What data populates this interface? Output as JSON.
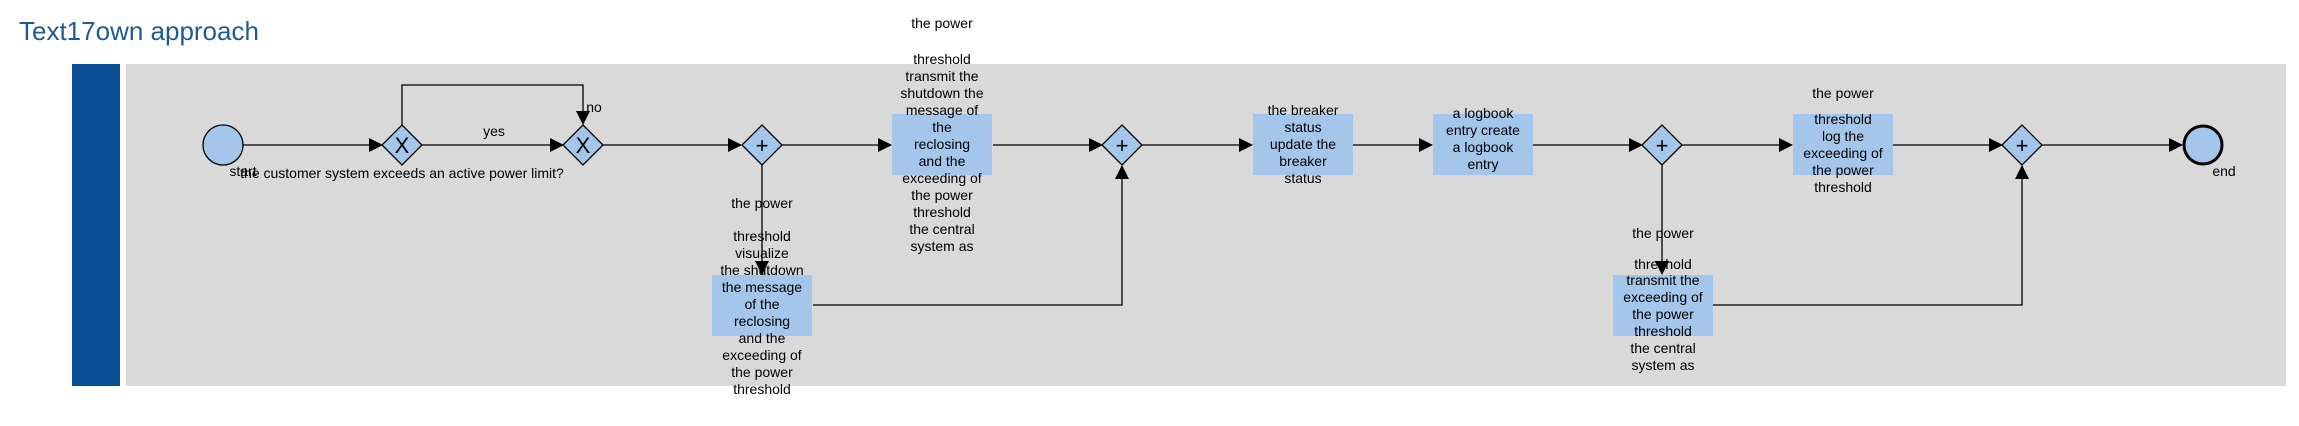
{
  "title": "Text17own approach",
  "events": {
    "start": "start",
    "end": "end"
  },
  "gateways": {
    "question": "the customer system exceeds an active power limit?",
    "yes": "yes",
    "no": "no",
    "xor_symbol": "X",
    "and_symbol": "+"
  },
  "tasks": {
    "transmit_reclosing": {
      "above1": "the power",
      "above2": "threshold",
      "lines": [
        "transmit the",
        "shutdown the",
        "message of",
        "the",
        "reclosing",
        "and the",
        "exceeding of",
        "the power",
        "threshold",
        "the central",
        "system as"
      ]
    },
    "visualize": {
      "above1": "the power",
      "above2": "threshold",
      "lines": [
        "visualize",
        "the shutdown",
        "the message",
        "of the",
        "reclosing",
        "and the",
        "exceeding of",
        "the power",
        "threshold"
      ]
    },
    "breaker": {
      "lines": [
        "the breaker",
        "status",
        "update the",
        "breaker",
        "status"
      ]
    },
    "logbook": {
      "lines": [
        "a logbook",
        "entry create",
        "a logbook",
        "entry"
      ]
    },
    "log_exceeding": {
      "above1": "the power",
      "lines": [
        "threshold",
        "log the",
        "exceeding of",
        "the power",
        "threshold"
      ]
    },
    "transmit_exceeding": {
      "above1": "the power",
      "above2": "threshold",
      "lines": [
        "transmit the",
        "exceeding of",
        "the power",
        "threshold",
        "the central",
        "system as"
      ]
    }
  },
  "colors": {
    "pool": "#d9d9d9",
    "lane_bar": "#0b5096",
    "task_fill": "#a4c6ea",
    "title": "#1f5a98"
  }
}
